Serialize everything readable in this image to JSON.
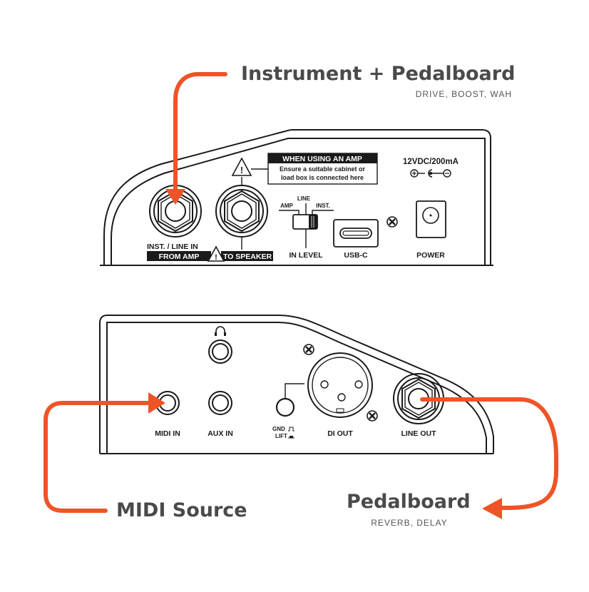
{
  "colors": {
    "accent": "#EE5427",
    "outline": "#1a1a1a",
    "heading": "#4a4a4a",
    "subtext": "#555555",
    "background": "#ffffff"
  },
  "callouts": {
    "instrument": {
      "title": "Instrument + Pedalboard",
      "subtitle": "DRIVE, BOOST, WAH"
    },
    "midi": {
      "title": "MIDI Source"
    },
    "pedalboard": {
      "title": "Pedalboard",
      "subtitle": "REVERB, DELAY"
    }
  },
  "top_panel": {
    "warning_box": {
      "title": "WHEN USING AN AMP",
      "line1": "Ensure a suitable cabinet or",
      "line2": "load box is connected here"
    },
    "power_spec": "12VDC/200mA",
    "polarity": {
      "plus": "+",
      "minus": "−"
    },
    "inst_line_in_label": "INST. / LINE IN",
    "from_amp_label": "FROM AMP",
    "to_speaker_label": "TO SPEAKER",
    "switch": {
      "amp_label": "AMP",
      "line_label": "LINE",
      "inst_label": "INST.",
      "name": "IN LEVEL"
    },
    "usb_label": "USB-C",
    "power_label": "POWER"
  },
  "bottom_panel": {
    "midi_in_label": "MIDI IN",
    "aux_in_label": "AUX IN",
    "gnd_label": "GND",
    "lift_label": "LIFT",
    "di_out_label": "DI OUT",
    "line_out_label": "LINE OUT"
  }
}
